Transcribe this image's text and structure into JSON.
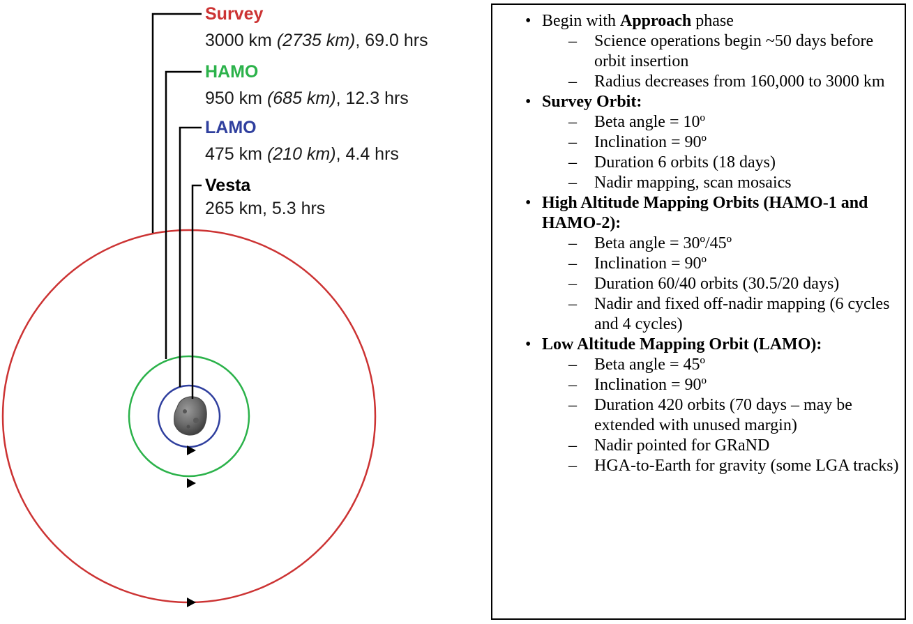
{
  "diagram": {
    "orbits": [
      {
        "id": "survey",
        "name": "Survey",
        "detail_km": "3000 km ",
        "detail_italic": "(2735 km)",
        "detail_rest": ", 69.0 hrs",
        "color": "#cc3333"
      },
      {
        "id": "hamo",
        "name": "HAMO",
        "detail_km": "950 km ",
        "detail_italic": "(685 km)",
        "detail_rest": ", 12.3 hrs",
        "color": "#2bb24a"
      },
      {
        "id": "lamo",
        "name": "LAMO",
        "detail_km": "475 km ",
        "detail_italic": "(210 km)",
        "detail_rest": ", 4.4 hrs",
        "color": "#2f3f9e"
      }
    ],
    "body": {
      "name": "Vesta",
      "detail": "265 km, 5.3 hrs",
      "color": "#000000"
    }
  },
  "notes": [
    {
      "prefix": "Begin with ",
      "bold": "Approach",
      "suffix": " phase",
      "items": [
        "Science operations begin ~50 days before orbit insertion",
        "Radius decreases from 160,000 to 3000 km"
      ]
    },
    {
      "prefix": "",
      "bold": "Survey Orbit:",
      "suffix": "",
      "items": [
        "Beta angle = 10º",
        "Inclination = 90º",
        "Duration 6 orbits (18 days)",
        "Nadir mapping, scan mosaics"
      ]
    },
    {
      "prefix": "",
      "bold": "High Altitude Mapping Orbits (HAMO-1 and HAMO-2):",
      "suffix": "",
      "items": [
        "Beta angle = 30º/45º",
        "Inclination = 90º",
        "Duration 60/40 orbits (30.5/20 days)",
        "Nadir and fixed off-nadir mapping (6 cycles and 4 cycles)"
      ]
    },
    {
      "prefix": "",
      "bold": "Low Altitude Mapping Orbit (LAMO):",
      "suffix": "",
      "items": [
        "Beta angle = 45º",
        "Inclination = 90º",
        "Duration 420 orbits (70 days – may be extended with unused margin)",
        "Nadir pointed for GRaND",
        "HGA-to-Earth for gravity (some LGA tracks)"
      ]
    }
  ]
}
